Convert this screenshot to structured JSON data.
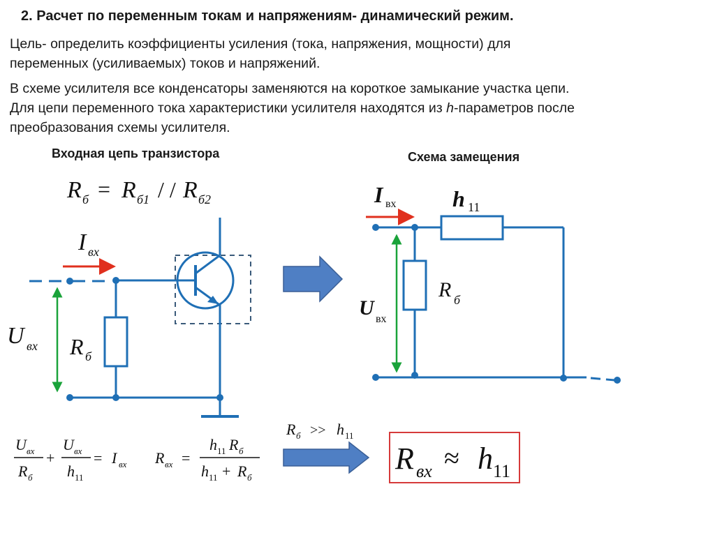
{
  "header": {
    "title": "2. Расчет по переменным токам и напряжениям- динамический режим."
  },
  "intro": {
    "line1": "Цель- определить коэффициенты усиления (тока, напряжения, мощности)  для",
    "line2": "переменных (усиливаемых) токов и напряжений.",
    "line3": " В схеме усилителя все конденсаторы заменяются на короткое замыкание участка цепи.",
    "line4_a": "Для цепи переменного тока характеристики усилителя находятся из ",
    "line4_h": "h",
    "line4_b": "-параметров после",
    "line5": "преобразования схемы усилителя."
  },
  "left": {
    "subtitle": "Входная цепь транзистора",
    "formula": {
      "r": "R",
      "sub_b": "б",
      "eq": "=",
      "sub_b1": "б1",
      "parallel": "/ /",
      "sub_b2": "б2"
    },
    "i_label": "I",
    "i_sub": "вх",
    "u_label": "U",
    "u_sub": "вх",
    "r_label": "R",
    "r_sub": "б"
  },
  "right": {
    "subtitle": "Схема замещения",
    "i_label": "I",
    "i_sub": "вх",
    "h_label": "h",
    "h_sub": "11",
    "u_label": "U",
    "u_sub": "вх",
    "r_label": "R",
    "r_sub": "б"
  },
  "bottom": {
    "eq1": {
      "u": "U",
      "vx": "вх",
      "r": "R",
      "b": "б",
      "h": "h",
      "h_sub": "11",
      "plus": "+",
      "eq": "=",
      "i": "I"
    },
    "eq2": {
      "r": "R",
      "vx": "вх",
      "eq": "=",
      "h": "h",
      "h_sub": "11",
      "b": "б",
      "plus": "+"
    },
    "condition": {
      "r": "R",
      "b": "б",
      "gg": ">>",
      "h": "h",
      "h_sub": "11"
    },
    "result": {
      "r": "R",
      "vx": "вх",
      "approx": "≈",
      "h": "h",
      "h_sub": "11"
    }
  },
  "colors": {
    "wire": "#1f6fb5",
    "voltage_arrow": "#1aa33a",
    "current_arrow": "#e0301e",
    "block_arrow": "#4f7fc4",
    "result_box": "#d63a3a"
  }
}
